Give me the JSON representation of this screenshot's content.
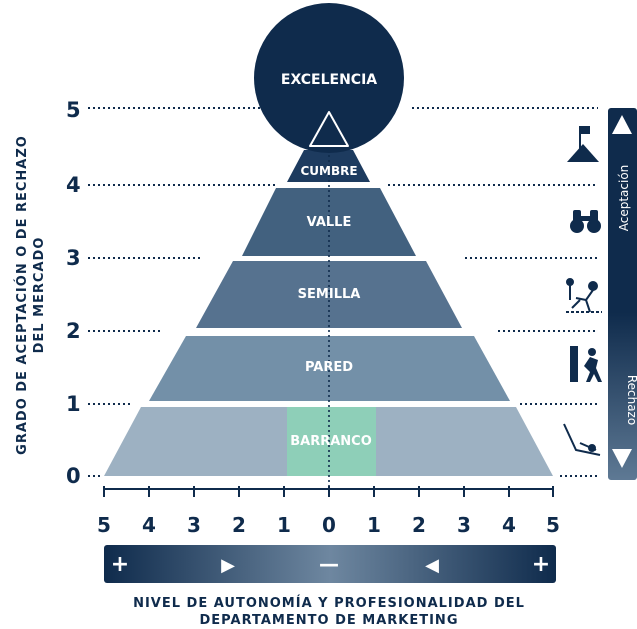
{
  "y_axis": {
    "title_line1": "GRADO DE ACEPTACIÓN O DE RECHAZO",
    "title_line2": "DEL MERCADO",
    "ticks": [
      "0",
      "1",
      "2",
      "3",
      "4",
      "5"
    ]
  },
  "x_axis": {
    "ticks": [
      "5",
      "4",
      "3",
      "2",
      "1",
      "0",
      "1",
      "2",
      "3",
      "4",
      "5"
    ],
    "bar_symbols": [
      "+",
      "▶",
      "—",
      "◀",
      "+"
    ],
    "title_line1": "NIVEL DE AUTONOMÍA Y PROFESIONALIDAD DEL",
    "title_line2": "DEPARTAMENTO DE MARKETING"
  },
  "levels": {
    "excelencia": "EXCELENCIA",
    "cumbre": "CUMBRE",
    "valle": "VALLE",
    "semilla": "SEMILLA",
    "pared": "PARED",
    "barranco": "BARRANCO"
  },
  "side_bar": {
    "top_label": "Aceptación",
    "bottom_label": "Rechazo"
  },
  "icons": [
    "summit-flag-icon",
    "binoculars-icon",
    "planting-icon",
    "climbing-wall-icon",
    "falling-person-icon"
  ],
  "colors": {
    "navy": "#0f2b4c",
    "excelencia": "#0f2b4c",
    "cumbre": "#1d3b5f",
    "valle": "#42617f",
    "semilla": "#56728f",
    "pared": "#7390a8",
    "barranco": "#9db1c2",
    "barranco_highlight": "#8ecfb8"
  }
}
